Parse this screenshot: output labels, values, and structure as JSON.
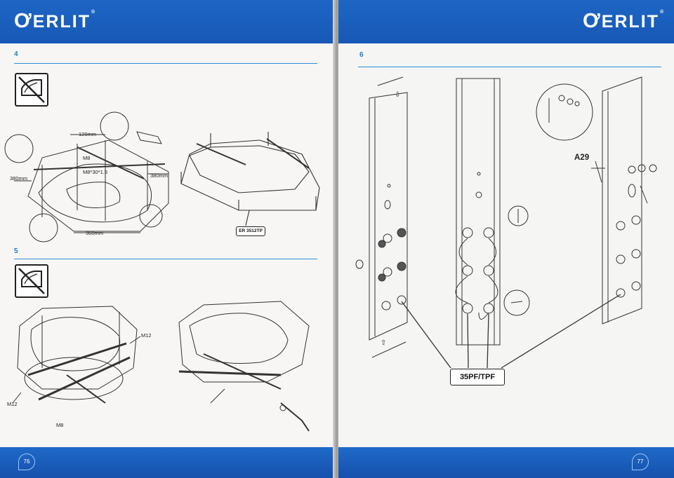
{
  "brand": {
    "logo_text": "ERLIT",
    "logo_mark": "Ơ",
    "trademark": "®"
  },
  "left_page": {
    "page_number": "76",
    "step4": {
      "number": "4",
      "labels": {
        "dim_120": "120mm",
        "bolt_m8": "M8",
        "bolt_spec": "M8*30*1.5",
        "dim_380_left": "380mm",
        "dim_380_right": "380mm",
        "dim_360": "360mm"
      },
      "model_label": "ER 3512TP"
    },
    "step5": {
      "number": "5",
      "labels": {
        "m12_right": "M12",
        "m12_left": "M12",
        "m8": "M8"
      }
    }
  },
  "right_page": {
    "page_number": "77",
    "step6": {
      "number": "6",
      "part_label": "A29",
      "model_label": "35PF/TPF"
    }
  },
  "colors": {
    "brand_blue": "#1a5cbb",
    "section_blue": "#1a7fd0",
    "line_dark": "#222222"
  },
  "icons": [
    "no-tray-icon",
    "logo-mark-icon",
    "arrow-down-icon",
    "arrow-up-icon"
  ]
}
